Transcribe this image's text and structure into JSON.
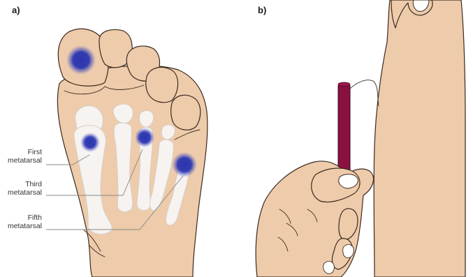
{
  "panels": {
    "a": {
      "label": "a)"
    },
    "b": {
      "label": "b)"
    }
  },
  "callouts": [
    {
      "line1": "First",
      "line2": "metatarsal"
    },
    {
      "line1": "Third",
      "line2": "metatarsal"
    },
    {
      "line1": "Fifth",
      "line2": "metatarsal"
    }
  ],
  "colors": {
    "skin": "#eecbaa",
    "skin_outline": "#3a2a20",
    "bone": "#f6f3f1",
    "test_site": "#2b35b0",
    "monofilament_handle": "#8a1040",
    "callout_line": "#888888"
  },
  "icons": {
    "foot_sole": "plantar-foot-illustration",
    "test_site": "blue-dot-marker",
    "monofilament": "monofilament-pen"
  }
}
